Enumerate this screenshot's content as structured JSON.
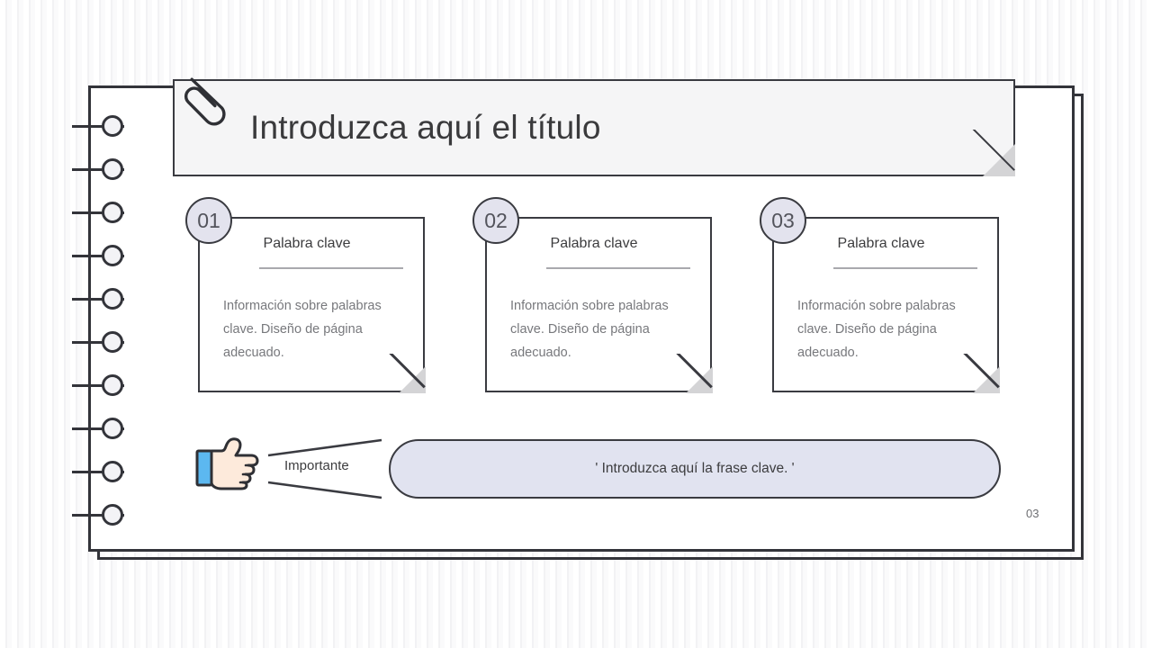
{
  "slide": {
    "page_number": "03",
    "title": "Introduzca aquí el título",
    "colors": {
      "ink": "#33343a",
      "badge_fill": "#e3e3ee",
      "pill_fill": "#e1e3f0",
      "fold_fill": "#d4d4d6",
      "title_bar_fill": "#f5f5f6",
      "body_text": "#77787c",
      "hand_skin": "#fdeadb",
      "hand_cuff": "#5cb8f0"
    }
  },
  "cards": [
    {
      "number": "01",
      "title": "Palabra clave",
      "body": "Información sobre palabras clave. Diseño de página adecuado."
    },
    {
      "number": "02",
      "title": "Palabra clave",
      "body": "Información sobre palabras clave. Diseño de página adecuado."
    },
    {
      "number": "03",
      "title": "Palabra clave",
      "body": "Información sobre palabras clave. Diseño de página adecuado."
    }
  ],
  "callout": {
    "label": "Importante",
    "phrase": "' Introduzca aquí la frase clave. '"
  },
  "icons": {
    "paperclip": "paperclip-icon",
    "hand": "pointing-hand-icon"
  }
}
